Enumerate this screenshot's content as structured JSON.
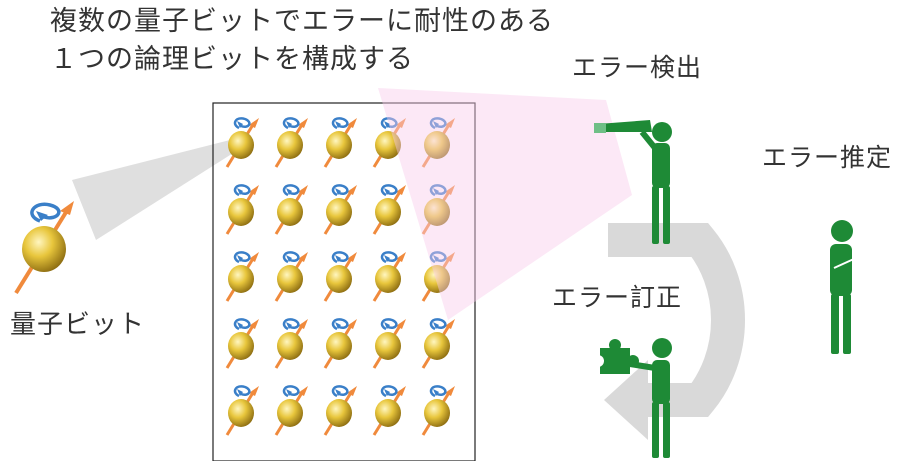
{
  "title": {
    "line1": "複数の量子ビットでエラーに耐性のある",
    "line2": "１つの論理ビットを構成する"
  },
  "labels": {
    "qubit": "量子ビット",
    "error_detection": "エラー検出",
    "error_estimation": "エラー推定",
    "error_correction": "エラー訂正"
  },
  "grid": {
    "rows": 5,
    "cols": 5
  },
  "colors": {
    "figure": "#1e8a36",
    "qubit_gold": "#e6c23a",
    "spin_arrow": "#f08a3c",
    "rotation": "#3a7fc8",
    "flow_arrow": "#d9d9d9",
    "view_cone": "#fbe3f3"
  },
  "icons": [
    "qubit-icon",
    "telescope-person-icon",
    "thinking-person-icon",
    "puzzle-person-icon"
  ]
}
